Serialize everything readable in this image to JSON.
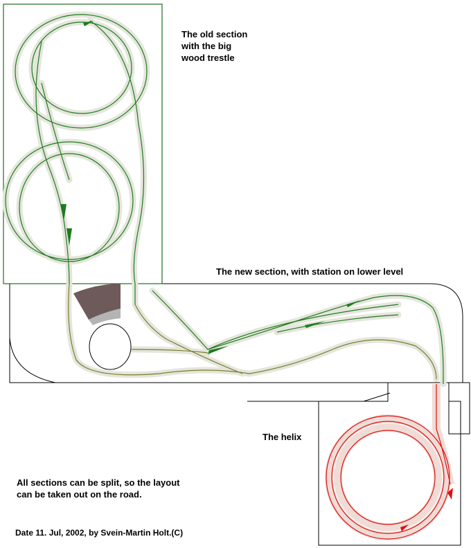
{
  "labels": {
    "old_section": [
      "The old section",
      "with the big",
      "wood trestle"
    ],
    "new_section": "The new section, with station on lower level",
    "helix": "The helix",
    "split_note": [
      "All sections can be split, so the layout",
      "can be taken out on the road."
    ],
    "date_credit": "Date 11. Jul, 2002, by Svein-Martin Holt.(C)"
  },
  "colors": {
    "track_upper": "#1f7a1f",
    "track_lower": "#7a7a2a",
    "track_helix": "#e01010",
    "roadbed": "#e4e6dc",
    "helix_roadbed": "#f0dcd6",
    "structure_dark": "#6e5a5a",
    "structure_light": "#b4b4b4",
    "outline": "#000000",
    "old_section_border": "#1f6e1f"
  }
}
